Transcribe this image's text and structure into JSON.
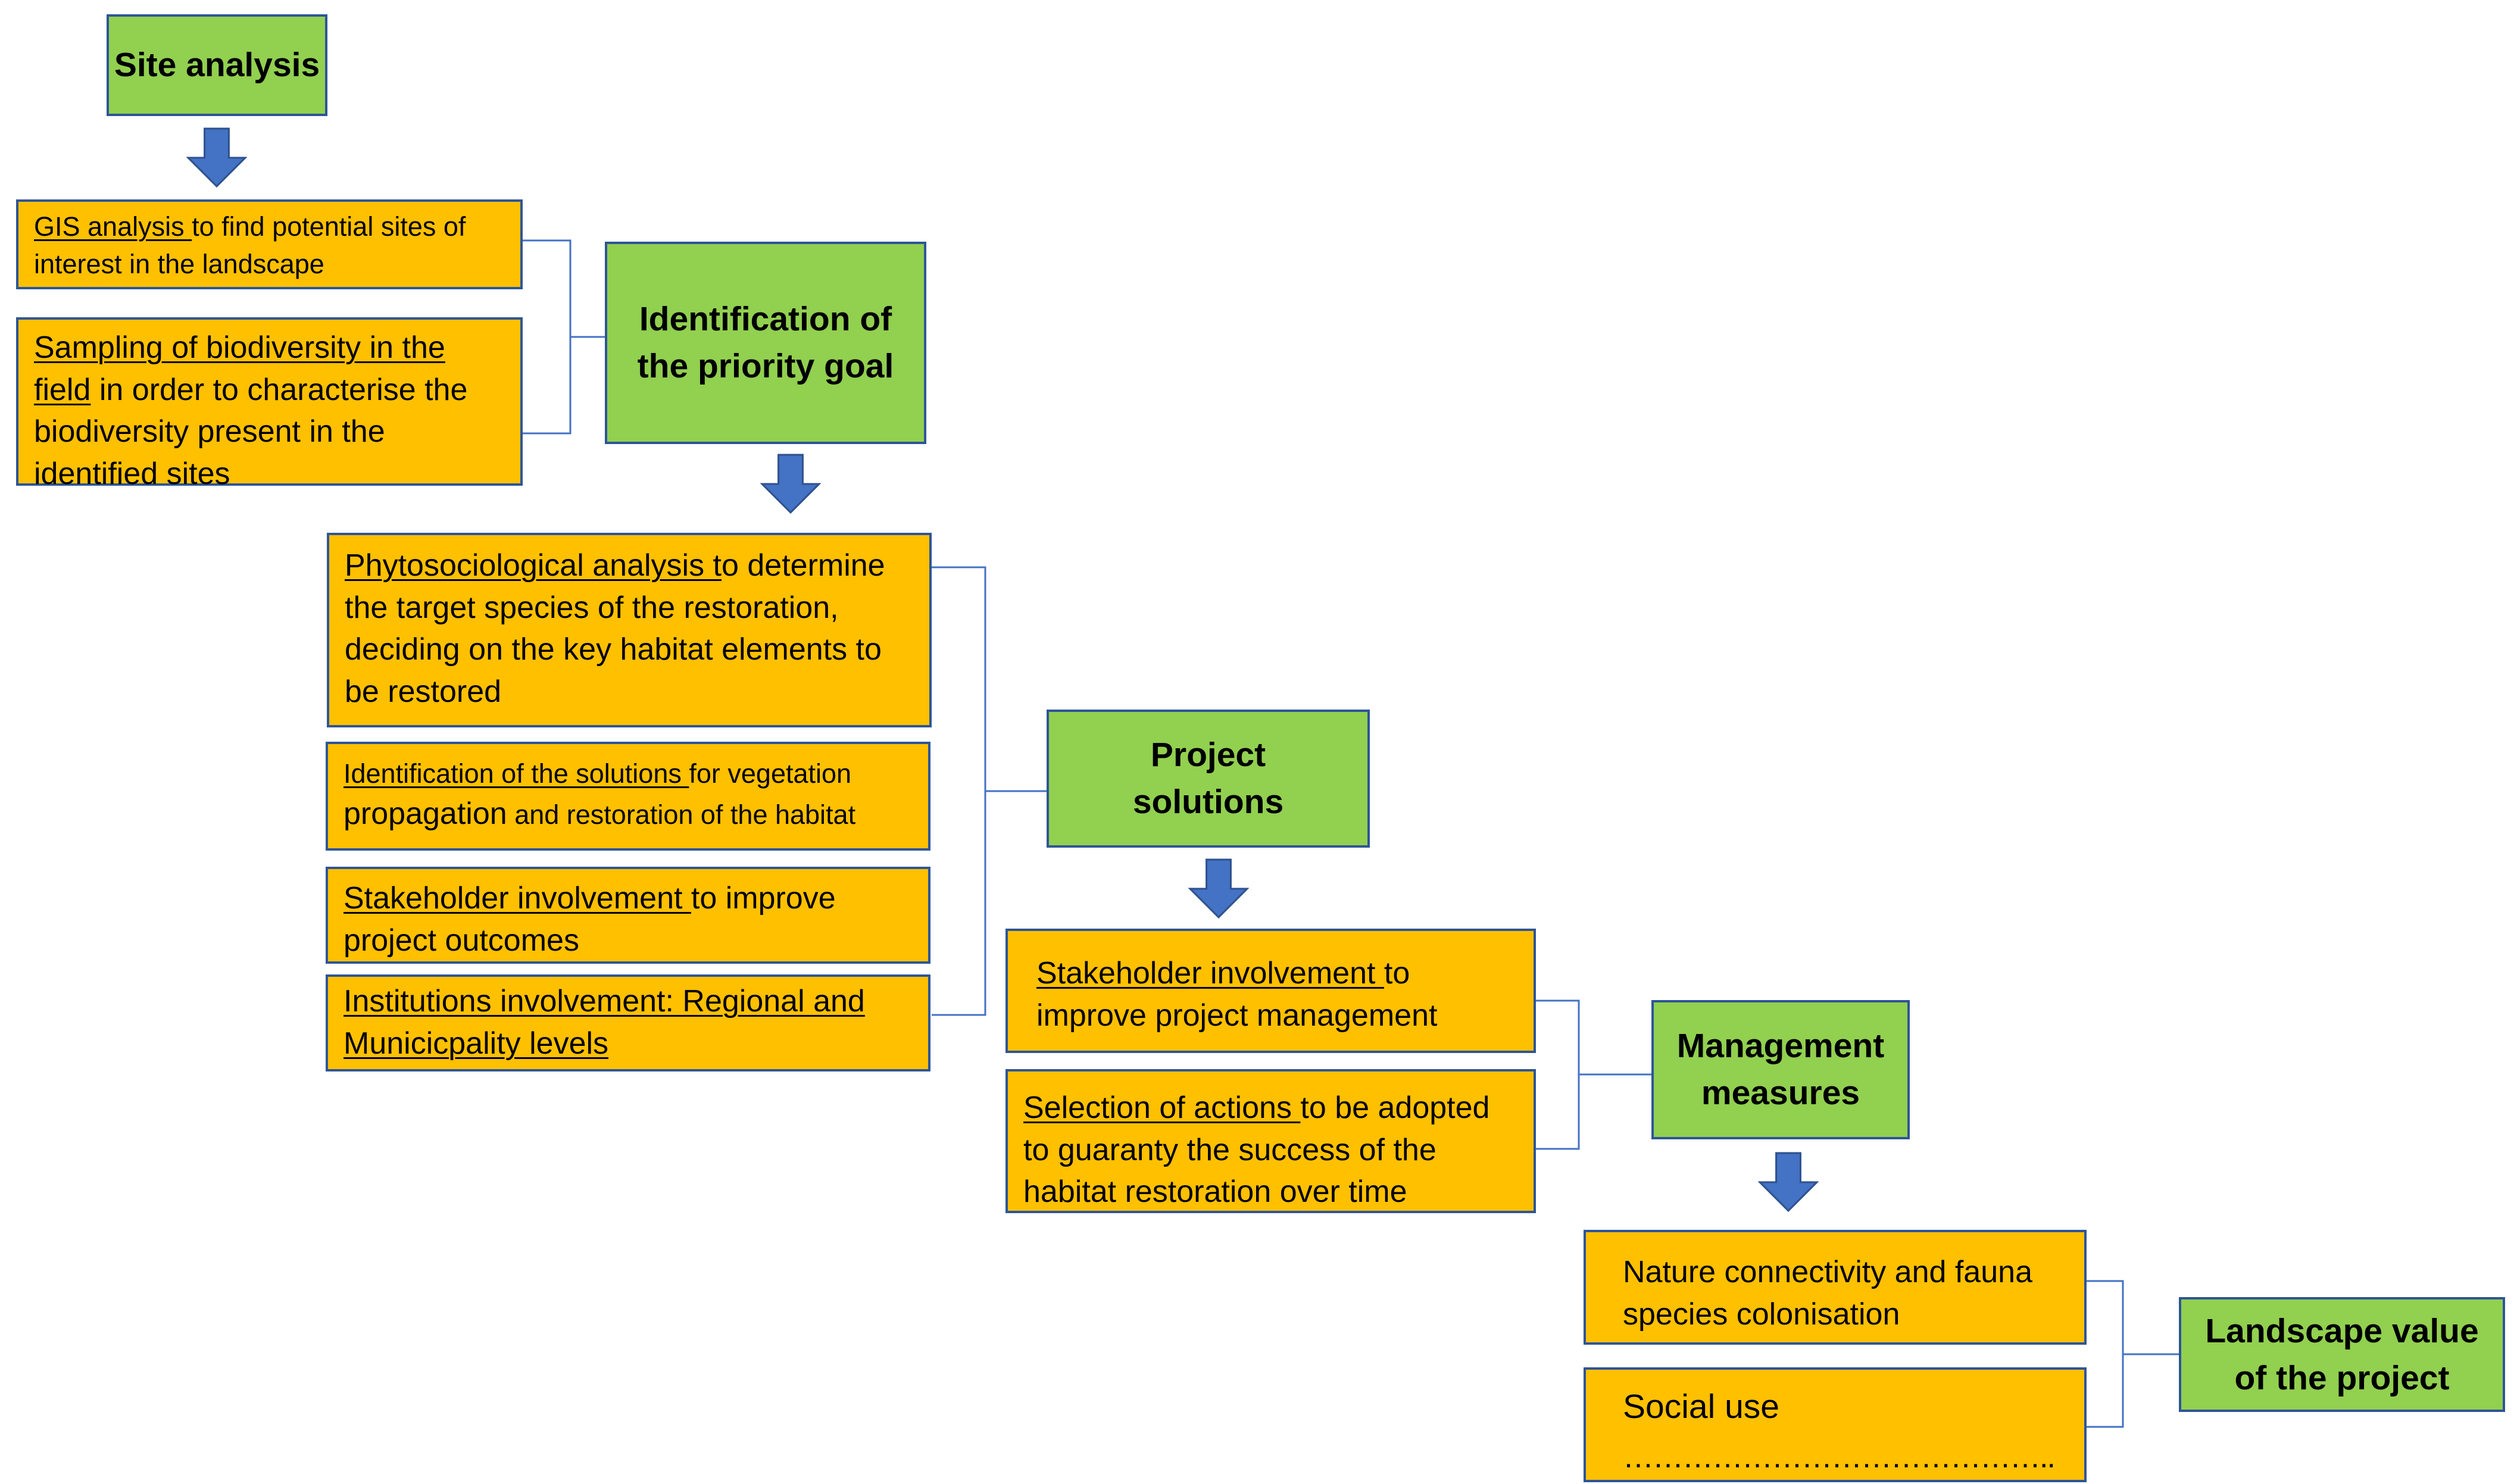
{
  "stages": {
    "site_analysis": "Site analysis",
    "priority_goal": "Identification of the priority goal",
    "project_solutions": "Project solutions",
    "management_measures": "Management measures",
    "landscape_value": "Landscape value of the project"
  },
  "steps": {
    "gis_link": "GIS analysis ",
    "gis_rest": "to find potential sites of interest in the landscape",
    "sampling_link": "Sampling of biodiversity in the field",
    "sampling_rest": " in order to characterise the biodiversity present in the identified sites",
    "phyto_link": "Phytosociological analysis t",
    "phyto_rest": "o determine the target species of the restoration, deciding on the key habitat elements to be restored",
    "solutions_link": "Identification of the solutions ",
    "solutions_rest1": "for vegetation ",
    "solutions_big": "propagation",
    "solutions_rest2": " and restoration of the habitat",
    "stake1_link": "Stakeholder involvement ",
    "stake1_rest": "to improve project outcomes",
    "institutions_link": "Institutions involvement: Regional and Municicpality levels",
    "stake2_link": "Stakeholder involvement ",
    "stake2_rest": "to improve project management",
    "selection_link": "Selection of actions ",
    "selection_rest": "to be adopted to guaranty the success of the habitat restoration over time",
    "nature": "Nature connectivity and fauna species colonisation",
    "social": "Social use",
    "dots": "…………………………………….."
  },
  "colors": {
    "stage_fill": "#92d050",
    "step_fill": "#ffc000",
    "border": "#2e5597",
    "arrow": "#4472c4",
    "connector": "#4472c4"
  }
}
